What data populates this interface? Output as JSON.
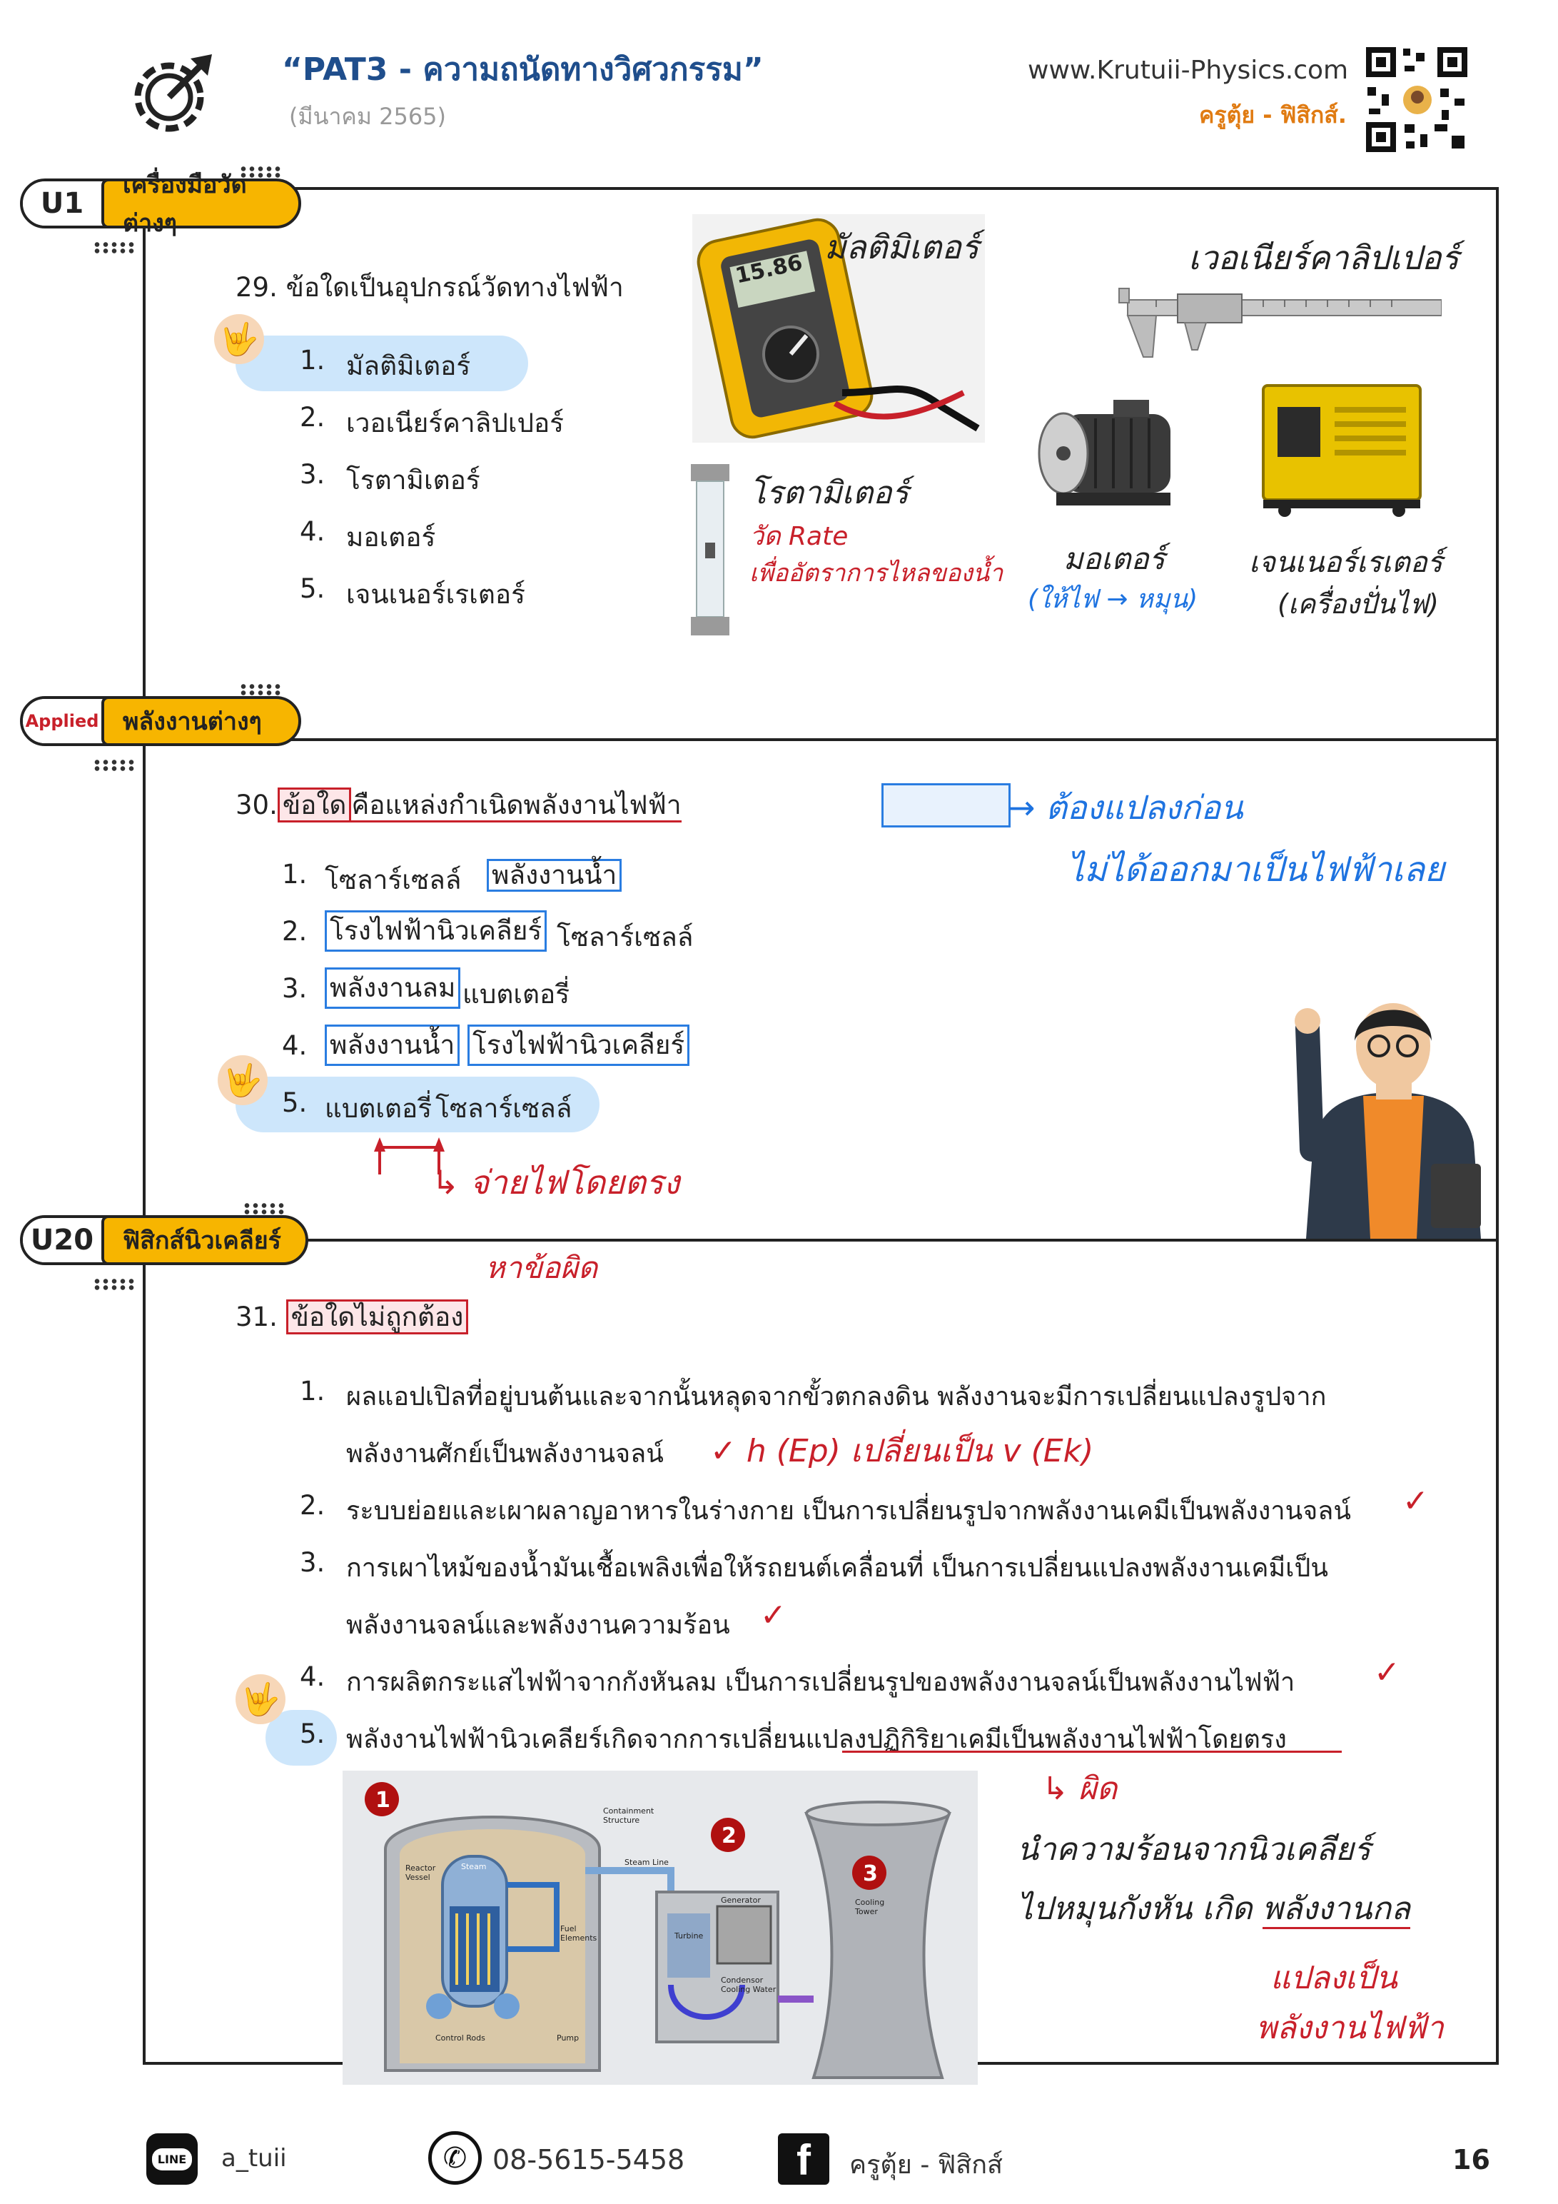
{
  "header": {
    "title": "“PAT3 - ความถนัดทางวิศวกรรม”",
    "subtitle": "(มีนาคม 2565)",
    "website": "www.Krutuii-Physics.com",
    "brand": "ครูตุ้ย - ฟิสิกส์."
  },
  "sections": [
    {
      "num": "U1",
      "label": "เครื่องมือวัดต่างๆ"
    },
    {
      "num": "Applied",
      "label": "พลังงานต่างๆ"
    },
    {
      "num": "U20",
      "label": "ฟิสิกส์นิวเคลียร์"
    }
  ],
  "q29": {
    "question": "29. ข้อใดเป็นอุปกรณ์วัดทางไฟฟ้า",
    "options": [
      {
        "n": "1.",
        "t": "มัลติมิเตอร์"
      },
      {
        "n": "2.",
        "t": "เวอเนียร์คาลิปเปอร์"
      },
      {
        "n": "3.",
        "t": "โรตามิเตอร์"
      },
      {
        "n": "4.",
        "t": "มอเตอร์"
      },
      {
        "n": "5.",
        "t": "เจนเนอร์เรเตอร์"
      }
    ],
    "notes": {
      "multimeter": "มัลติมิเตอร์",
      "vernier": "เวอเนียร์คาลิปเปอร์",
      "rotameter": "โรตามิเตอร์",
      "rotameter_note1": "วัด Rate",
      "rotameter_note2": "เพื่ออัตราการไหลของน้ำ",
      "motor": "มอเตอร์",
      "motor_note": "(ให้ไฟ → หมุน)",
      "generator": "เจนเนอร์เรเตอร์",
      "generator_note": "(เครื่องปั่นไฟ)",
      "meter_display": "15.86"
    }
  },
  "q30": {
    "num": "30.",
    "q_box": "ข้อใด",
    "q_rest": "คือแหล่งกำเนิดพลังงานไฟฟ้า",
    "options": [
      {
        "n": "1.",
        "a": "โซลาร์เซลล์",
        "b": "พลังงานน้ำ"
      },
      {
        "n": "2.",
        "a": "โรงไฟฟ้านิวเคลียร์",
        "b": "โซลาร์เซลล์"
      },
      {
        "n": "3.",
        "a": "พลังงานลม",
        "b": "แบตเตอรี่"
      },
      {
        "n": "4.",
        "a": "พลังงานน้ำ",
        "b": "โรงไฟฟ้านิวเคลียร์"
      },
      {
        "n": "5.",
        "a": "แบตเตอรี่",
        "b": "โซลาร์เซลล์"
      }
    ],
    "note1": "→ ต้องแปลงก่อน",
    "note2": "ไม่ได้ออกมาเป็นไฟฟ้าเลย",
    "note3": "↳ จ่ายไฟโดยตรง"
  },
  "q31": {
    "num": "31.",
    "q_box": "ข้อใดไม่ถูกต้อง",
    "note_find": "หาข้อผิด",
    "options": [
      {
        "n": "1.",
        "t": "ผลแอปเปิลที่อยู่บนต้นและจากนั้นหลุดจากขั้วตกลงดิน พลังงานจะมีการเปลี่ยนแปลงรูปจาก",
        "t2": "พลังงานศักย์เป็นพลังงานจลน์",
        "mark": "✓  h (Ep)  เปลี่ยนเป็น  v (Ek)"
      },
      {
        "n": "2.",
        "t": "ระบบย่อยและเผาผลาญอาหารในร่างกาย เป็นการเปลี่ยนรูปจากพลังงานเคมีเป็นพลังงานจลน์",
        "mark": "✓"
      },
      {
        "n": "3.",
        "t": "การเผาไหม้ของน้ำมันเชื้อเพลิงเพื่อให้รถยนต์เคลื่อนที่ เป็นการเปลี่ยนแปลงพลังงานเคมีเป็น",
        "t2": "พลังงานจลน์และพลังงานความร้อน",
        "mark": "✓"
      },
      {
        "n": "4.",
        "t": "การผลิตกระแสไฟฟ้าจากกังหันลม เป็นการเปลี่ยนรูปของพลังงานจลน์เป็นพลังงานไฟฟ้า",
        "mark": "✓"
      },
      {
        "n": "5.",
        "t": "พลังงานไฟฟ้านิวเคลียร์เกิดจากการเปลี่ยนแปลงปฏิกิริยาเคมีเป็นพลังงานไฟฟ้าโดยตรง"
      }
    ],
    "note_wrong": "↳ ผิด",
    "note_a": "นำความร้อนจากนิวเคลียร์",
    "note_b": "ไปหมุนกังหัน  เกิด",
    "note_b2": "พลังงานกล",
    "note_c": "แปลงเป็น",
    "note_d": "พลังงานไฟฟ้า"
  },
  "diagram": {
    "n1": "1",
    "n2": "2",
    "n3": "3",
    "containment": "Containment Structure",
    "reactor": "Reactor Vessel",
    "steam": "Steam",
    "steam_line": "Steam Line",
    "fuel": "Fuel Elements",
    "control": "Control Rods",
    "pump": "Pump",
    "generator": "Generator",
    "turbine": "Turbine",
    "condenser": "Condensor Cooling Water",
    "cooling_tower": "Cooling Tower"
  },
  "footer": {
    "line": "a_tuii",
    "phone": "08-5615-5458",
    "facebook": "ครูตุ้ย - ฟิสิกส์",
    "page": "16",
    "line_logo": "LINE"
  }
}
